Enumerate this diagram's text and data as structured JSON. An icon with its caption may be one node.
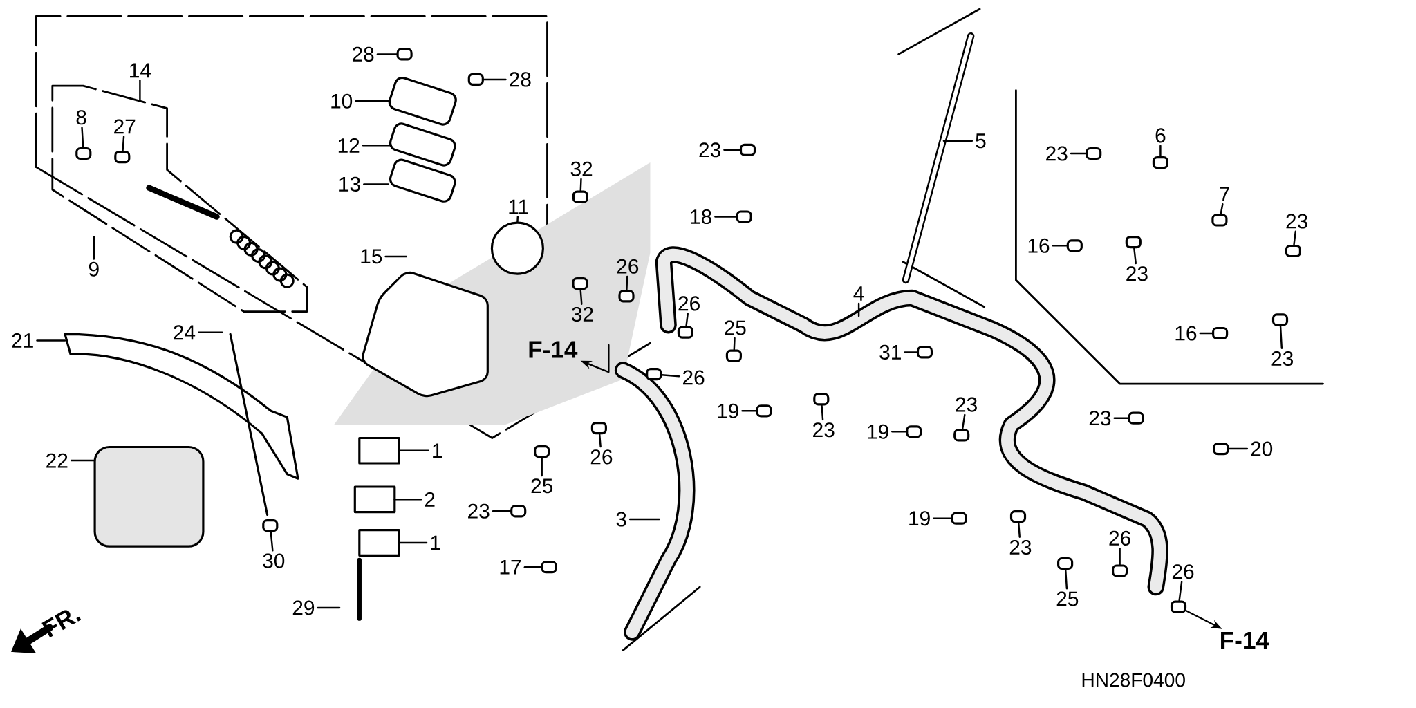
{
  "diagram": {
    "nodes": [
      {
        "text": [
          "28"
        ]
      },
      {
        "text": [
          "28"
        ]
      },
      {
        "text": [
          "14"
        ]
      },
      {
        "text": [
          "10"
        ]
      },
      {
        "text": [
          "8"
        ]
      },
      {
        "text": [
          "27"
        ]
      },
      {
        "text": [
          "12"
        ]
      },
      {
        "text": [
          "13"
        ]
      },
      {
        "text": [
          "5"
        ]
      },
      {
        "text": [
          "23"
        ]
      },
      {
        "text": [
          "6"
        ]
      },
      {
        "text": [
          "23"
        ]
      },
      {
        "text": [
          "32"
        ]
      },
      {
        "text": [
          "7"
        ]
      },
      {
        "text": [
          "11"
        ]
      },
      {
        "text": [
          "18"
        ]
      },
      {
        "text": [
          "23"
        ]
      },
      {
        "text": [
          "16"
        ]
      },
      {
        "text": [
          "23"
        ]
      },
      {
        "text": [
          "15"
        ]
      },
      {
        "text": [
          "9"
        ]
      },
      {
        "text": [
          "26"
        ]
      },
      {
        "text": [
          "4"
        ]
      },
      {
        "text": [
          "26"
        ]
      },
      {
        "text": [
          "32"
        ]
      },
      {
        "text": [
          "25"
        ]
      },
      {
        "text": [
          "16"
        ]
      },
      {
        "text": [
          "24"
        ]
      },
      {
        "text": [
          "21"
        ]
      },
      {
        "text": [
          "F-14"
        ]
      },
      {
        "text": [
          "31"
        ]
      },
      {
        "text": [
          "23"
        ]
      },
      {
        "text": [
          "26"
        ]
      },
      {
        "text": [
          "19"
        ]
      },
      {
        "text": [
          "23"
        ]
      },
      {
        "text": [
          "23"
        ]
      },
      {
        "text": [
          "19"
        ]
      },
      {
        "text": [
          "23"
        ]
      },
      {
        "text": [
          "20"
        ]
      },
      {
        "text": [
          "1"
        ]
      },
      {
        "text": [
          "22"
        ]
      },
      {
        "text": [
          "26"
        ]
      },
      {
        "text": [
          "25"
        ]
      },
      {
        "text": [
          "2"
        ]
      },
      {
        "text": [
          "23"
        ]
      },
      {
        "text": [
          "3"
        ]
      },
      {
        "text": [
          "19"
        ]
      },
      {
        "text": [
          "23"
        ]
      },
      {
        "text": [
          "1"
        ]
      },
      {
        "text": [
          "26"
        ]
      },
      {
        "text": [
          "30"
        ]
      },
      {
        "text": [
          "17"
        ]
      },
      {
        "text": [
          "25"
        ]
      },
      {
        "text": [
          "26"
        ]
      },
      {
        "text": [
          "29"
        ]
      },
      {
        "text": [
          "F-14"
        ]
      },
      {
        "text": [],
        "shape": "box"
      },
      {
        "text": [],
        "shape": "box"
      },
      {
        "text": [],
        "shape": "box"
      },
      {
        "text": [],
        "shape": "box"
      },
      {
        "text": [],
        "shape": "box"
      },
      {
        "text": [],
        "shape": "box"
      },
      {
        "text": [],
        "shape": "box"
      },
      {
        "text": [],
        "shape": "box"
      },
      {
        "text": [],
        "shape": "box"
      },
      {
        "text": [],
        "shape": "box"
      },
      {
        "text": [],
        "shape": "box"
      },
      {
        "text": [],
        "shape": "box"
      },
      {
        "text": [],
        "shape": "box"
      },
      {
        "text": [],
        "shape": "box"
      },
      {
        "text": [],
        "shape": "box"
      },
      {
        "text": [],
        "shape": "box"
      },
      {
        "text": [],
        "shape": "box"
      },
      {
        "text": [],
        "shape": "box"
      },
      {
        "text": [],
        "shape": "box"
      },
      {
        "text": [],
        "shape": "box"
      },
      {
        "text": [],
        "shape": "box"
      },
      {
        "text": [],
        "shape": "box"
      },
      {
        "text": [],
        "shape": "box"
      },
      {
        "text": [],
        "shape": "box"
      },
      {
        "text": [],
        "shape": "box"
      },
      {
        "text": [],
        "shape": "box"
      },
      {
        "text": [],
        "shape": "box"
      },
      {
        "text": [],
        "shape": "box"
      },
      {
        "text": [],
        "shape": "box"
      },
      {
        "text": [],
        "shape": "box"
      },
      {
        "text": [],
        "shape": "box"
      },
      {
        "text": [],
        "shape": "box"
      },
      {
        "text": [],
        "shape": "box"
      },
      {
        "text": [],
        "shape": "box"
      },
      {
        "text": [],
        "shape": "box"
      },
      {
        "text": [],
        "shape": "box"
      },
      {
        "text": [],
        "shape": "box"
      }
    ],
    "edges": [
      {
        "from": 0,
        "to": 56,
        "arrow": "none"
      },
      {
        "from": 1,
        "to": 57,
        "arrow": "none"
      },
      {
        "from": 2,
        "to": null,
        "arrow": "none"
      },
      {
        "from": 3,
        "to": null,
        "arrow": "none"
      },
      {
        "from": 4,
        "to": 58,
        "arrow": "none"
      },
      {
        "from": 5,
        "to": 59,
        "arrow": "none"
      },
      {
        "from": 6,
        "to": null,
        "arrow": "none"
      },
      {
        "from": 7,
        "to": null,
        "arrow": "none"
      },
      {
        "from": 8,
        "to": null,
        "arrow": "none"
      },
      {
        "from": 9,
        "to": 60,
        "arrow": "none"
      },
      {
        "from": 10,
        "to": 61,
        "arrow": "none"
      },
      {
        "from": 11,
        "to": 62,
        "arrow": "none"
      },
      {
        "from": 12,
        "to": 63,
        "arrow": "none"
      },
      {
        "from": 13,
        "to": 64,
        "arrow": "none"
      },
      {
        "from": 14,
        "to": null,
        "arrow": "none"
      },
      {
        "from": 15,
        "to": 65,
        "arrow": "none"
      },
      {
        "from": 16,
        "to": 66,
        "arrow": "none"
      },
      {
        "from": 17,
        "to": 67,
        "arrow": "none"
      },
      {
        "from": 18,
        "to": 68,
        "arrow": "none"
      },
      {
        "from": 19,
        "to": null,
        "arrow": "none"
      },
      {
        "from": 20,
        "to": null,
        "arrow": "none"
      },
      {
        "from": 21,
        "to": 69,
        "arrow": "none"
      },
      {
        "from": 22,
        "to": null,
        "arrow": "none"
      },
      {
        "from": 23,
        "to": 70,
        "arrow": "none"
      },
      {
        "from": 24,
        "to": 71,
        "arrow": "none"
      },
      {
        "from": 25,
        "to": 72,
        "arrow": "none"
      },
      {
        "from": 26,
        "to": 73,
        "arrow": "none"
      },
      {
        "from": 27,
        "to": null,
        "arrow": "none"
      },
      {
        "from": 28,
        "to": null,
        "arrow": "none"
      },
      {
        "from": null,
        "to": 29,
        "arrow": "to"
      },
      {
        "from": 30,
        "to": 74,
        "arrow": "none"
      },
      {
        "from": 31,
        "to": 75,
        "arrow": "none"
      },
      {
        "from": 32,
        "to": 76,
        "arrow": "none"
      },
      {
        "from": 33,
        "to": 77,
        "arrow": "none"
      },
      {
        "from": 34,
        "to": 78,
        "arrow": "none"
      },
      {
        "from": 35,
        "to": 79,
        "arrow": "none"
      },
      {
        "from": 36,
        "to": 80,
        "arrow": "none"
      },
      {
        "from": 37,
        "to": 81,
        "arrow": "none"
      },
      {
        "from": 38,
        "to": 82,
        "arrow": "none"
      },
      {
        "from": 39,
        "to": null,
        "arrow": "none"
      },
      {
        "from": 40,
        "to": null,
        "arrow": "none"
      },
      {
        "from": 41,
        "to": 83,
        "arrow": "none"
      },
      {
        "from": 42,
        "to": 84,
        "arrow": "none"
      },
      {
        "from": 43,
        "to": null,
        "arrow": "none"
      },
      {
        "from": 44,
        "to": 85,
        "arrow": "none"
      },
      {
        "from": 45,
        "to": null,
        "arrow": "none"
      },
      {
        "from": 46,
        "to": 86,
        "arrow": "none"
      },
      {
        "from": 47,
        "to": 87,
        "arrow": "none"
      },
      {
        "from": 48,
        "to": null,
        "arrow": "none"
      },
      {
        "from": 49,
        "to": 88,
        "arrow": "none"
      },
      {
        "from": 50,
        "to": 89,
        "arrow": "none"
      },
      {
        "from": 51,
        "to": 90,
        "arrow": "none"
      },
      {
        "from": 52,
        "to": 91,
        "arrow": "none"
      },
      {
        "from": 53,
        "to": 92,
        "arrow": "none"
      },
      {
        "from": 54,
        "to": null,
        "arrow": "none"
      },
      {
        "from": 92,
        "to": 55,
        "arrow": "to"
      }
    ],
    "labels": [
      "FR.",
      "HN28F0400"
    ]
  }
}
